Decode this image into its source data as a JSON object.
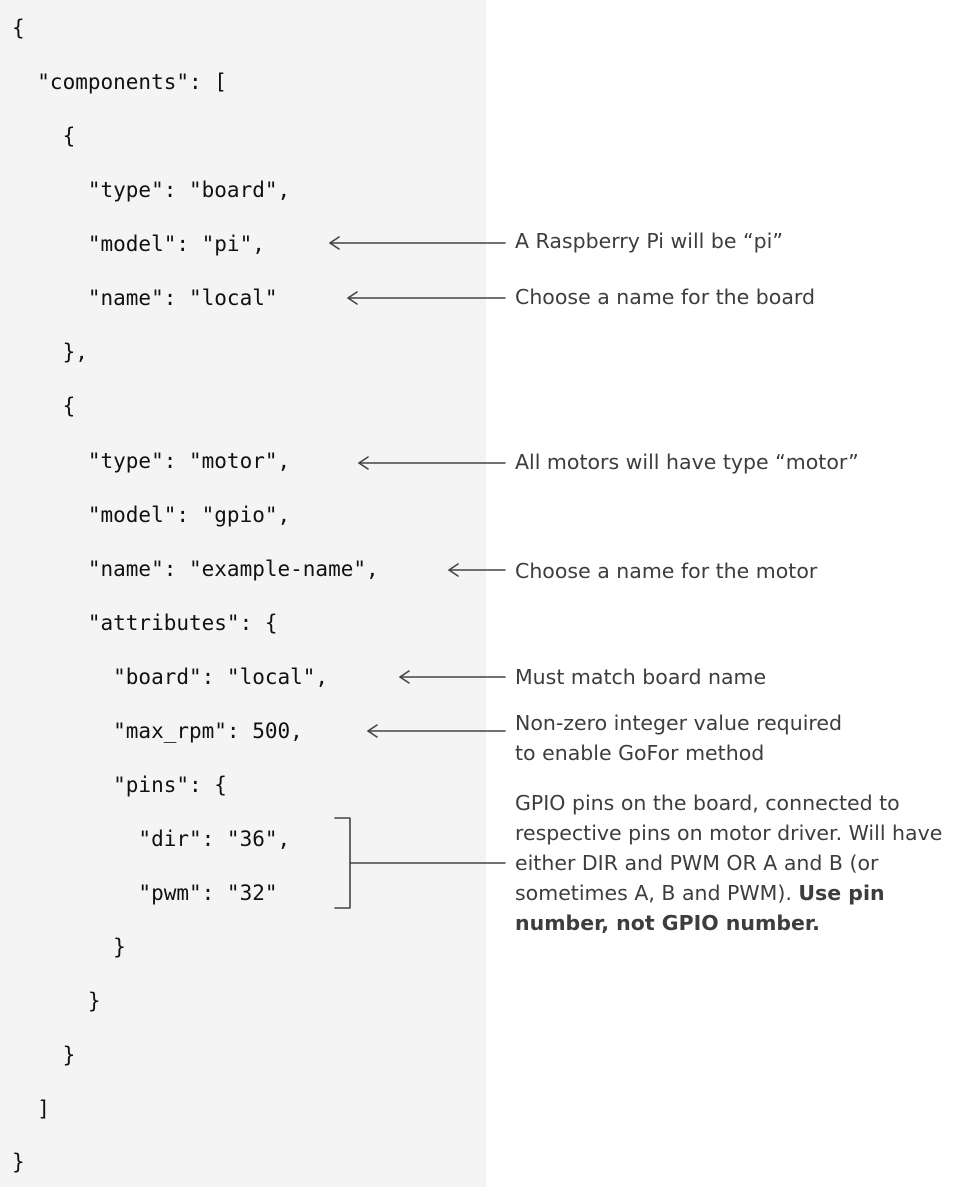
{
  "code_lines": [
    "{",
    "  \"components\": [",
    "    {",
    "      \"type\": \"board\",",
    "      \"model\": \"pi\",",
    "      \"name\": \"local\"",
    "    },",
    "    {",
    "      \"type\": \"motor\",",
    "      \"model\": \"gpio\",",
    "      \"name\": \"example-name\",",
    "      \"attributes\": {",
    "        \"board\": \"local\",",
    "        \"max_rpm\": 500,",
    "        \"pins\": {",
    "          \"dir\": \"36\",",
    "          \"pwm\": \"32\"",
    "        }",
    "      }",
    "    }",
    "  ]",
    "}"
  ],
  "annotations": {
    "model_pi": "A Raspberry Pi will be “pi”",
    "board_name": "Choose a name for the board",
    "motor_type": "All motors will have type “motor”",
    "motor_name": "Choose a name for the motor",
    "board_match": "Must match board name",
    "max_rpm_line1": "Non-zero integer value required",
    "max_rpm_line2": "to enable GoFor method",
    "pins_text": "GPIO pins on the board, connected to respective pins on motor driver. Will have either DIR and PWM OR A and B (or sometimes A, B and PWM).",
    "pins_bold": "Use pin number, not GPIO number."
  },
  "colors": {
    "code_background": "#f4f4f4",
    "code_text": "#111111",
    "note_text": "#3d3d3d",
    "arrow": "#444444"
  }
}
